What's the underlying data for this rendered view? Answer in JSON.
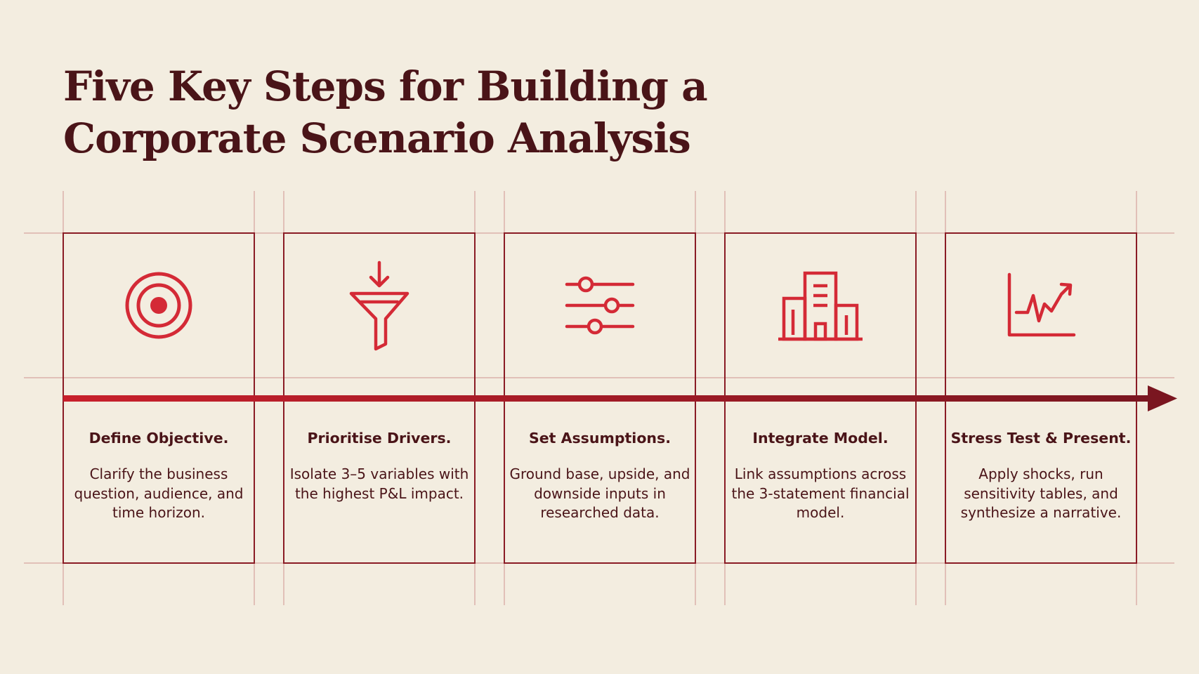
{
  "title": {
    "line1": "Five Key Steps for Building a",
    "line2": "Corporate Scenario Analysis"
  },
  "colors": {
    "background": "#f3ede0",
    "text": "#4a1418",
    "accent": "#d42a36",
    "grid": "#9a2a33",
    "arrow": "#8e1a23"
  },
  "steps": [
    {
      "icon": "target-icon",
      "title": "Define Objective.",
      "description": "Clarify the business question, audience, and time horizon."
    },
    {
      "icon": "funnel-icon",
      "title": "Prioritise Drivers.",
      "description": "Isolate 3–5 variables with the highest P&L impact."
    },
    {
      "icon": "sliders-icon",
      "title": "Set Assumptions.",
      "description": "Ground base, upside, and downside inputs in researched data."
    },
    {
      "icon": "building-icon",
      "title": "Integrate Model.",
      "description": "Link assumptions across the 3-statement financial model."
    },
    {
      "icon": "chart-trend-icon",
      "title": "Stress Test & Present.",
      "description": "Apply shocks, run sensitivity tables, and synthesize a narrative."
    }
  ]
}
